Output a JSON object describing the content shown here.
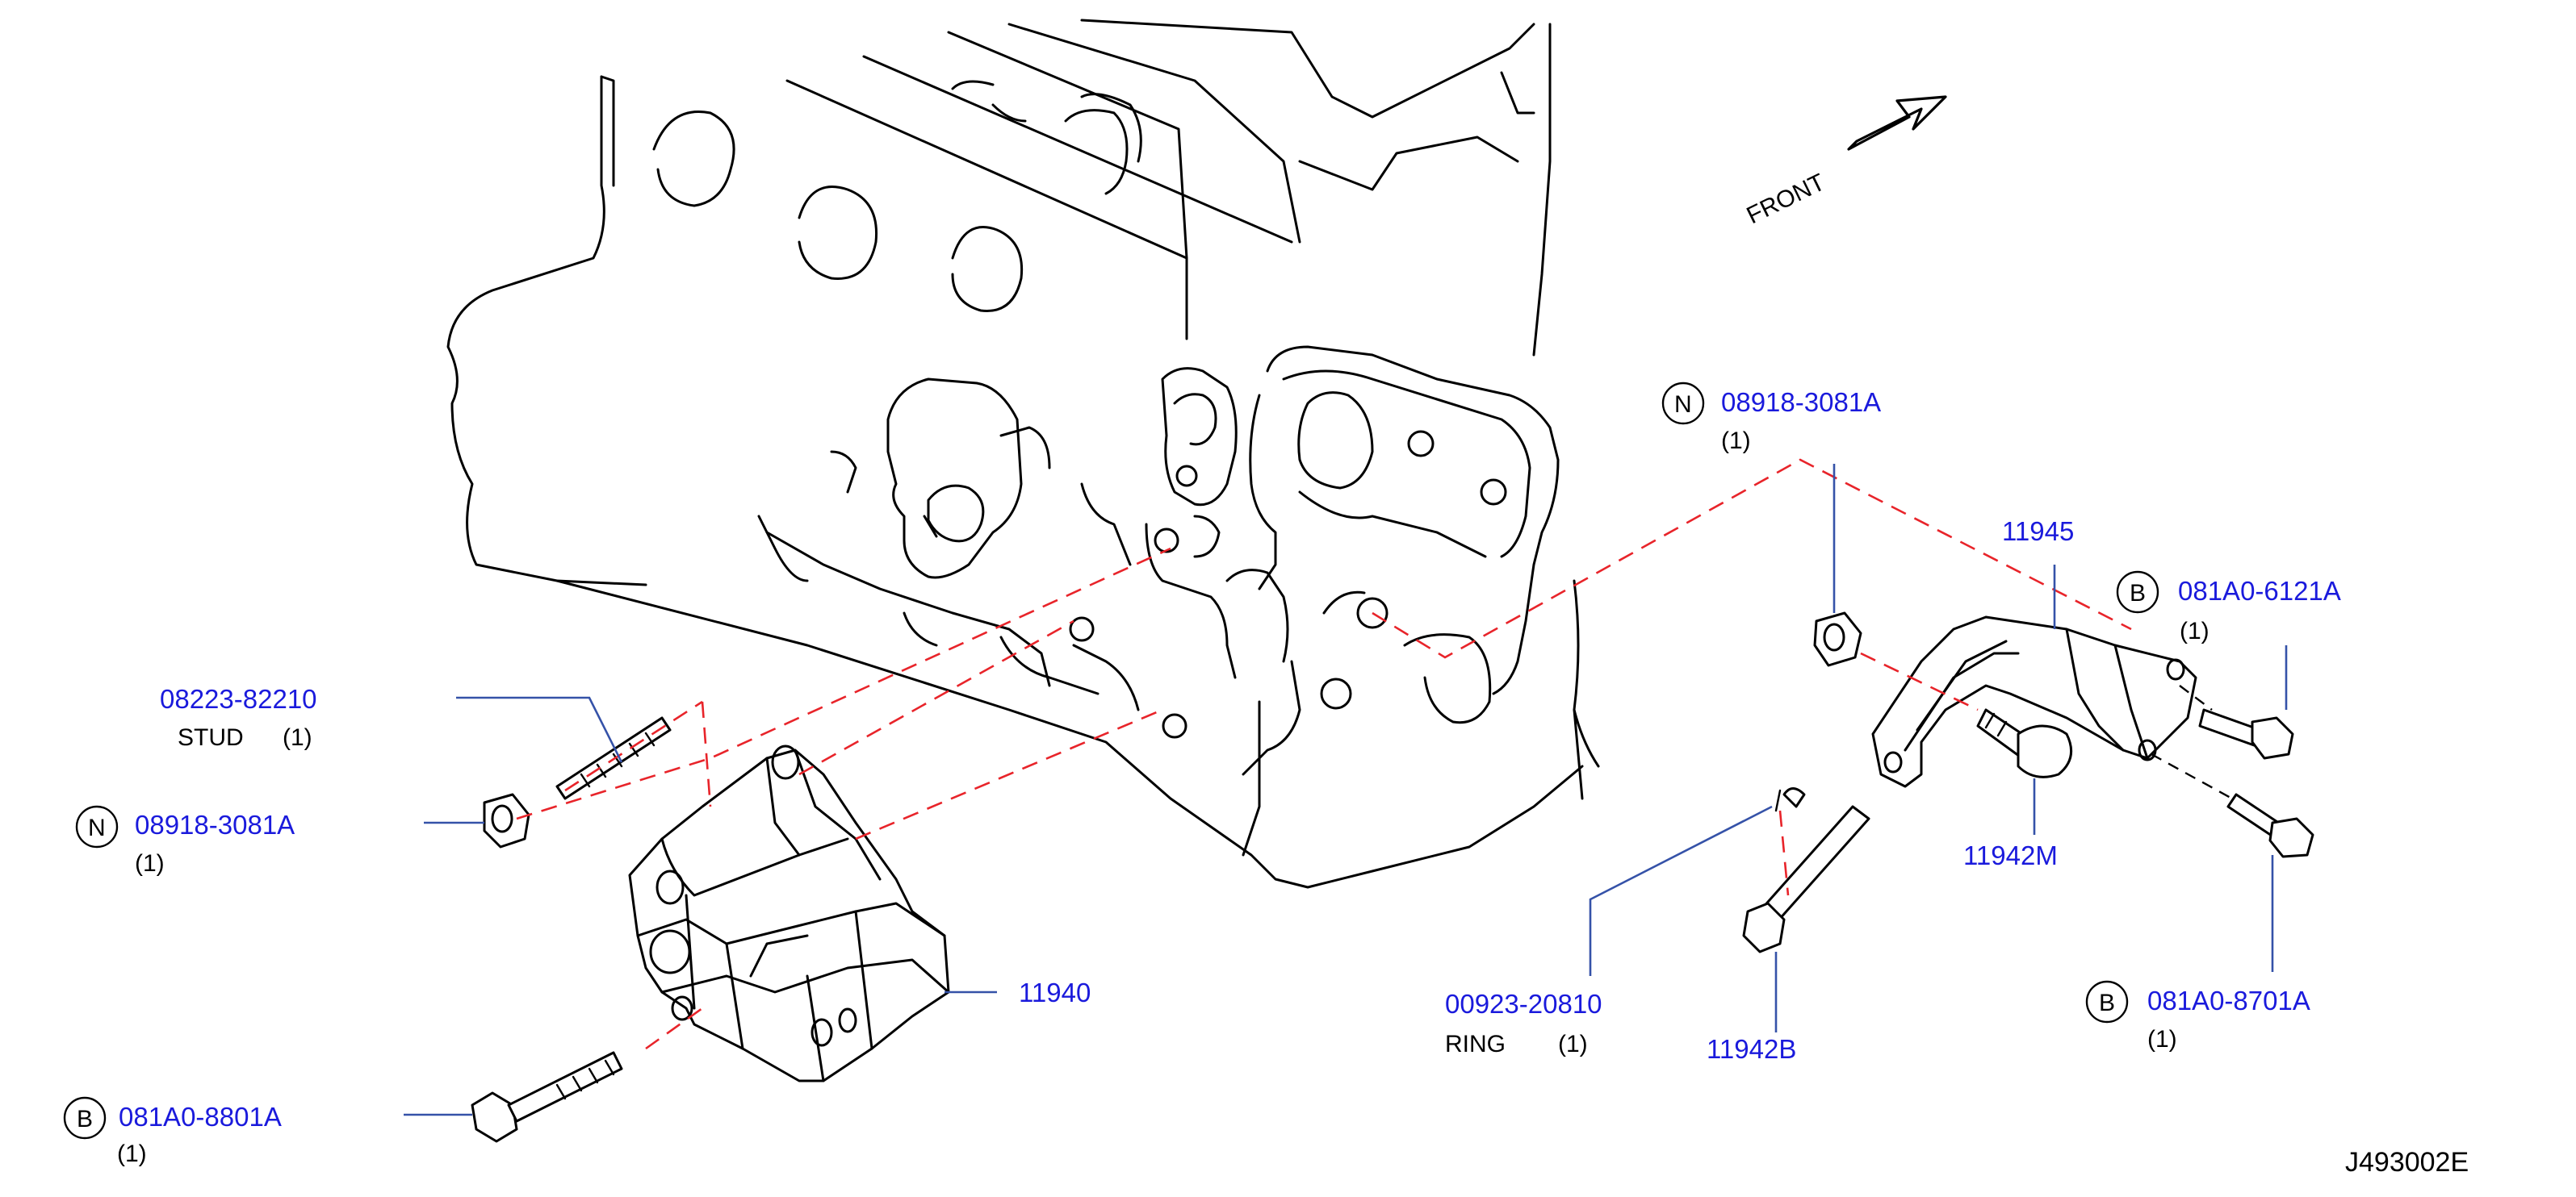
{
  "orientation": {
    "label": "FRONT",
    "arrow": "hollow-arrow-icon"
  },
  "drawing_code": "J493002E",
  "colors": {
    "part_number": "#1a1adc",
    "leader": "#3552a8",
    "dashed_red": "#e8242a",
    "line": "#000000"
  },
  "callouts": [
    {
      "id": "stud",
      "part": "08223-82210",
      "desc": "STUD",
      "qty": "(1)",
      "badge": ""
    },
    {
      "id": "nut-left",
      "part": "08918-3081A",
      "desc": "",
      "qty": "(1)",
      "badge": "N"
    },
    {
      "id": "bolt-left",
      "part": "081A0-8801A",
      "desc": "",
      "qty": "(1)",
      "badge": "B"
    },
    {
      "id": "bracket-main",
      "part": "11940",
      "desc": "",
      "qty": "",
      "badge": ""
    },
    {
      "id": "nut-right",
      "part": "08918-3081A",
      "desc": "",
      "qty": "(1)",
      "badge": "N"
    },
    {
      "id": "bracket-upper",
      "part": "11945",
      "desc": "",
      "qty": "",
      "badge": ""
    },
    {
      "id": "bolt-upper",
      "part": "081A0-6121A",
      "desc": "",
      "qty": "(1)",
      "badge": "B"
    },
    {
      "id": "pivot-stud",
      "part": "11942M",
      "desc": "",
      "qty": "",
      "badge": ""
    },
    {
      "id": "bolt-lower",
      "part": "081A0-8701A",
      "desc": "",
      "qty": "(1)",
      "badge": "B"
    },
    {
      "id": "ring",
      "part": "00923-20810",
      "desc": "RING",
      "qty": "(1)",
      "badge": ""
    },
    {
      "id": "pivot-bolt",
      "part": "11942B",
      "desc": "",
      "qty": "",
      "badge": ""
    }
  ]
}
